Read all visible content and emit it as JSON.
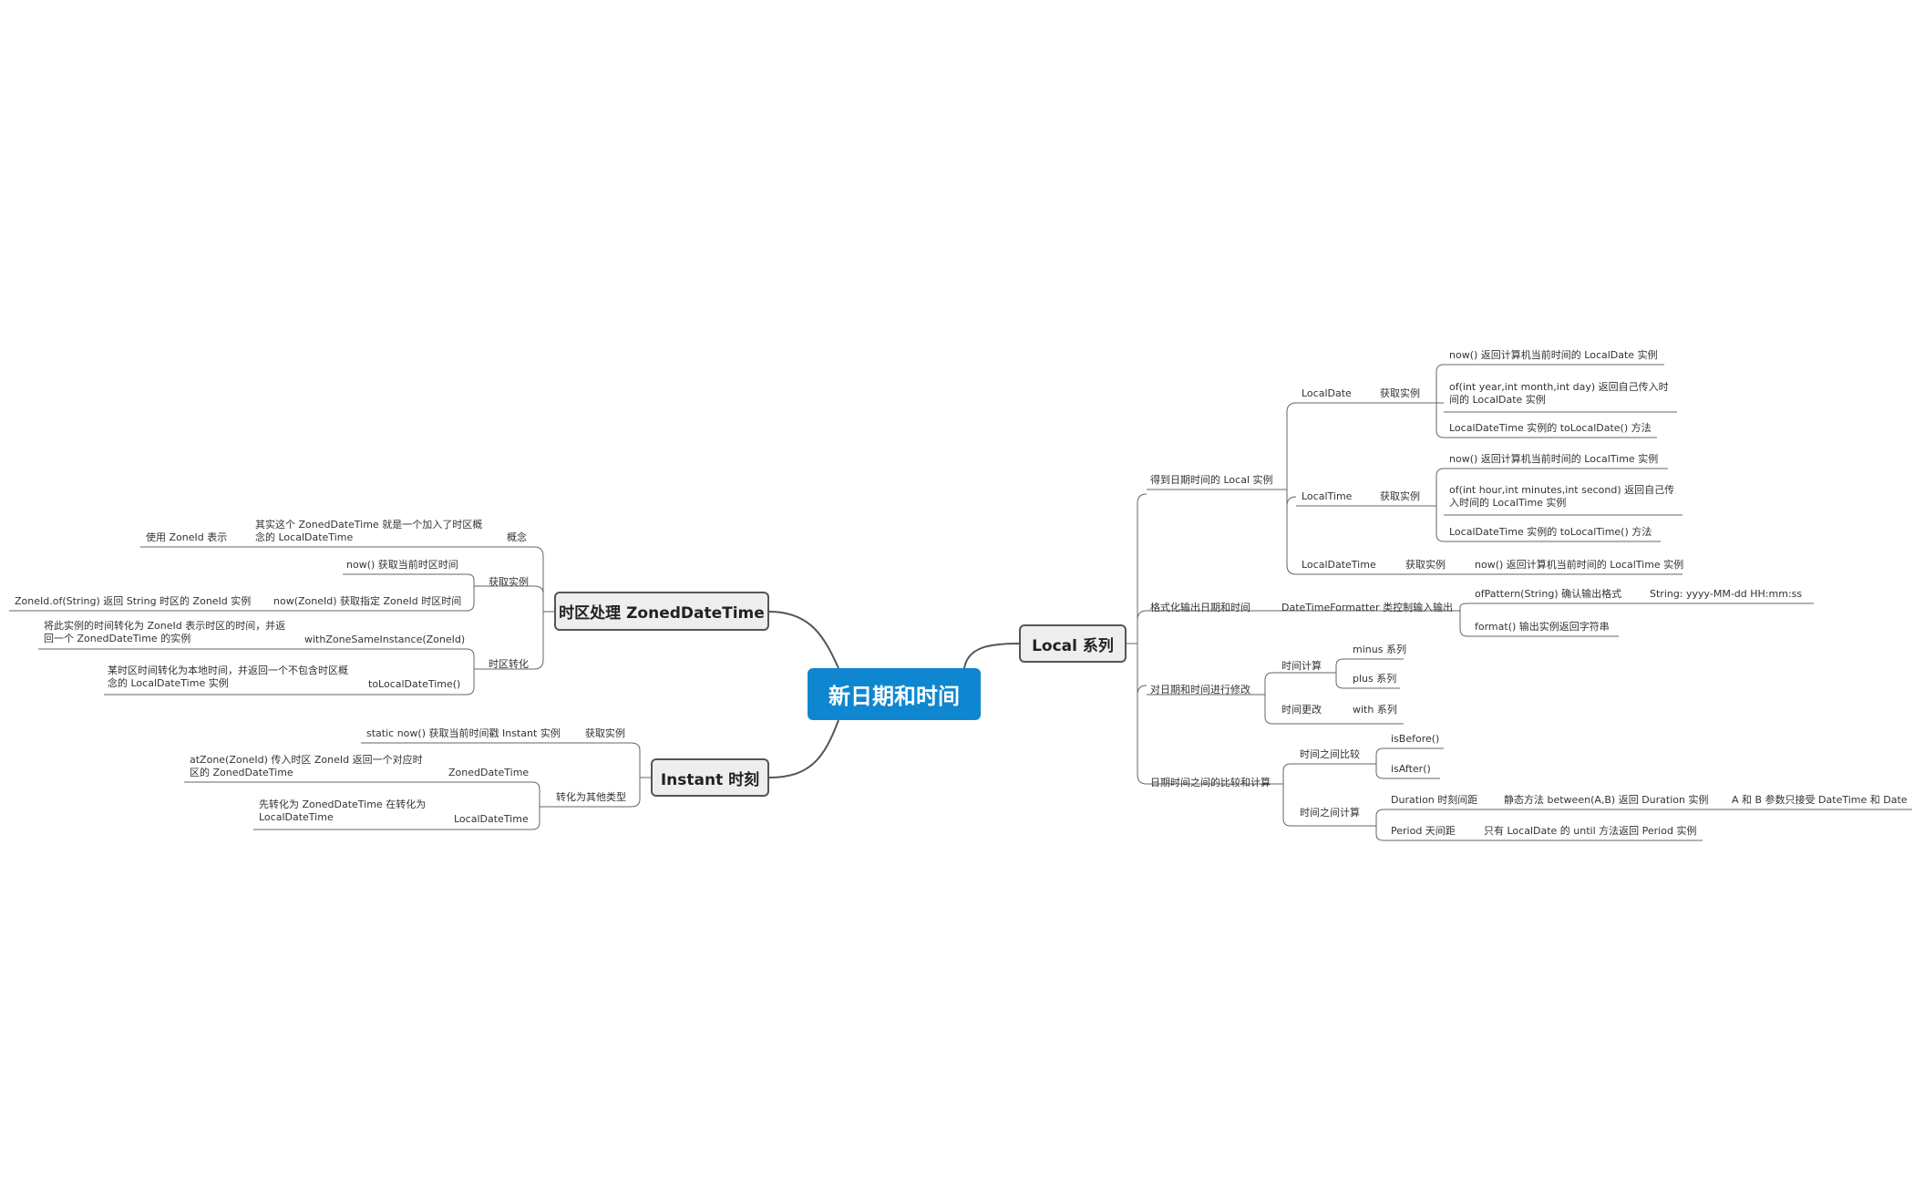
{
  "central": "新日期和时间",
  "local": {
    "title": "Local 系列",
    "b1": {
      "label": "得到日期时间的 Local 实例",
      "localdate": {
        "label": "LocalDate",
        "get": "获取实例",
        "items": [
          "now() 返回计算机当前时间的 LocalDate 实例",
          "of(int year,int month,int day) 返回自己传入时间的 LocalDate 实例",
          "LocalDateTime 实例的 toLocalDate() 方法"
        ]
      },
      "localtime": {
        "label": "LocalTime",
        "get": "获取实例",
        "items": [
          "now() 返回计算机当前时间的 LocalTime 实例",
          "of(int hour,int minutes,int second) 返回自己传入时间的 LocalTime 实例",
          "LocalDateTime 实例的 toLocalTime() 方法"
        ]
      },
      "localdatetime": {
        "label": "LocalDateTime",
        "get": "获取实例",
        "item": "now() 返回计算机当前时间的 LocalTime 实例"
      }
    },
    "b2": {
      "label": "格式化输出日期和时间",
      "formatter": "DateTimeFormatter 类控制输入输出",
      "ofpattern": "ofPattern(String) 确认输出格式",
      "string_pattern": "String:   yyyy-MM-dd HH:mm:ss",
      "format": "format() 输出实例返回字符串"
    },
    "b3": {
      "label": "对日期和时间进行修改",
      "calc": "时间计算",
      "minus": "minus 系列",
      "plus": "plus 系列",
      "change": "时间更改",
      "with": "with 系列"
    },
    "b4": {
      "label": "日期时间之间的比较和计算",
      "compare": "时间之间比较",
      "isbefore": "isBefore()",
      "isafter": "isAfter()",
      "calc": "时间之间计算",
      "duration": "Duration 时刻间距",
      "duration_desc": "静态方法 between(A,B) 返回 Duration 实例",
      "duration_note": "A 和 B 参数只接受 DateTime 和 Date",
      "period": "Period 天间距",
      "period_desc": "只有 LocalDate 的 until 方法返回 Period 实例"
    }
  },
  "zoned": {
    "title": "时区处理 ZonedDateTime",
    "concept": {
      "label": "概念",
      "desc": "其实这个 ZonedDateTime 就是一个加入了时区概念的 LocalDateTime",
      "zoneid": "使用 ZoneId 表示"
    },
    "get": {
      "label": "获取实例",
      "now": "now() 获取当前时区时间",
      "nowzone": "now(ZoneId) 获取指定 ZoneId 时区时间",
      "zoneid_of": "ZoneId.of(String) 返回 String 时区的 ZoneId 实例"
    },
    "convert": {
      "label": "时区转化",
      "with": "withZoneSameInstance(ZoneId)",
      "with_desc": "将此实例的时间转化为 ZoneId 表示时区的时间，并返回一个 ZonedDateTime 的实例",
      "toldt": "toLocalDateTime()",
      "toldt_desc": "某时区时间转化为本地时间，并返回一个不包含时区概念的 LocalDateTime 实例"
    }
  },
  "instant": {
    "title": "Instant 时刻",
    "get": {
      "label": "获取实例",
      "now": "static now() 获取当前时间戳 Instant 实例"
    },
    "convert": {
      "label": "转化为其他类型",
      "zoned": "ZonedDateTime",
      "zoned_desc": "atZone(ZoneId) 传入时区 ZoneId 返回一个对应时区的 ZonedDateTime",
      "ldt": "LocalDateTime",
      "ldt_desc": "先转化为 ZonedDateTime 在转化为 LocalDateTime"
    }
  }
}
